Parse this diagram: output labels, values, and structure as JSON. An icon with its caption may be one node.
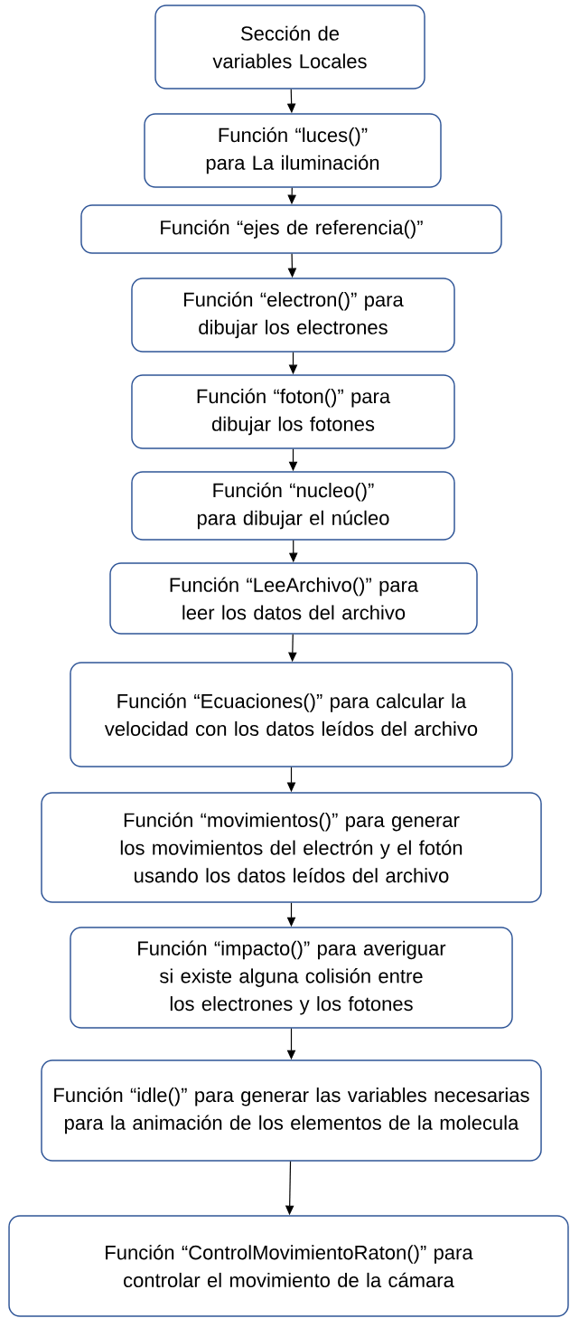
{
  "diagram": {
    "nodes": [
      {
        "text": [
          "Sección de variables Locales"
        ]
      },
      {
        "text": [
          "Función “luces()” para La iluminación"
        ]
      },
      {
        "text": [
          "Función “ejes de referencia()”"
        ]
      },
      {
        "text": [
          "Función “electron()” para dibujar los electrones"
        ]
      },
      {
        "text": [
          "Función “foton()” para dibujar los fotones"
        ]
      },
      {
        "text": [
          "Función “nucleo()” para dibujar el núcleo"
        ]
      },
      {
        "text": [
          "Función “LeeArchivo()” para leer los datos del archivo"
        ]
      },
      {
        "text": [
          "Función “Ecuaciones()” para calcular la velocidad con los datos leídos del archivo"
        ]
      },
      {
        "text": [
          "Función “movimientos()” para generar los movimientos del electrón y el fotón usando los datos leídos del archivo"
        ]
      },
      {
        "text": [
          "Función “impacto()” para averiguar si existe alguna colisión entre los electrones y los fotones"
        ]
      },
      {
        "text": [
          "Función “idle()” para generar las variables necesarias para la animación de los elementos de la molecula"
        ]
      },
      {
        "text": [
          "Función “ControlMovimientoRaton()” para controlar el movimiento de la cámara"
        ]
      }
    ],
    "edges": [
      {
        "from": 0,
        "to": 1,
        "arrow": "to"
      },
      {
        "from": 1,
        "to": 2,
        "arrow": "to"
      },
      {
        "from": 2,
        "to": 3,
        "arrow": "to"
      },
      {
        "from": 3,
        "to": 4,
        "arrow": "to"
      },
      {
        "from": 4,
        "to": 5,
        "arrow": "to"
      },
      {
        "from": 5,
        "to": 6,
        "arrow": "to"
      },
      {
        "from": 6,
        "to": 7,
        "arrow": "to"
      },
      {
        "from": 7,
        "to": 8,
        "arrow": "to"
      },
      {
        "from": 8,
        "to": 9,
        "arrow": "to"
      },
      {
        "from": 9,
        "to": 10,
        "arrow": "to"
      },
      {
        "from": 10,
        "to": 11,
        "arrow": "to"
      }
    ]
  }
}
